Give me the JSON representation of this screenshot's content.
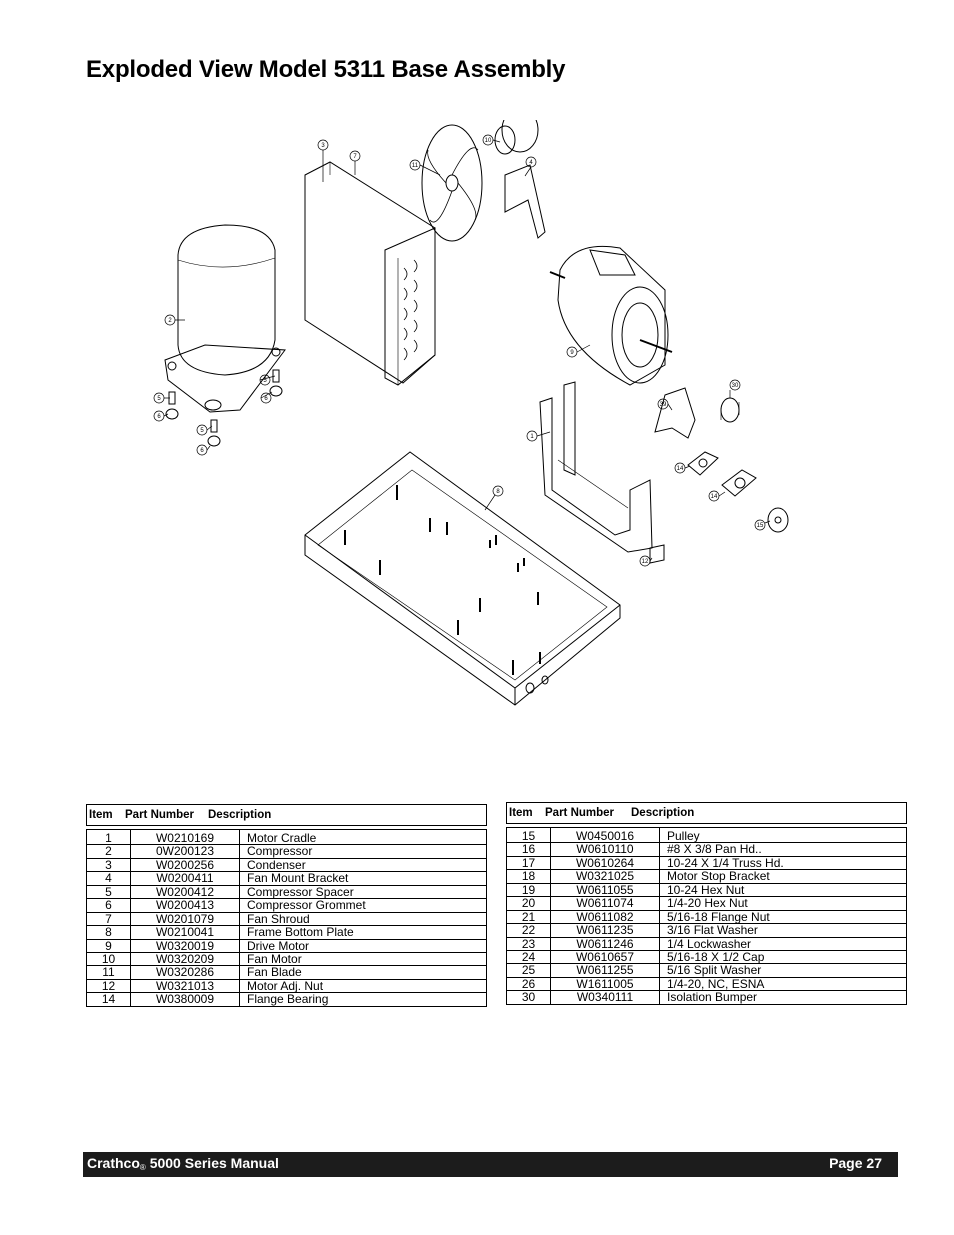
{
  "title": "Exploded View Model 5311 Base Assembly",
  "diagram_callouts": [
    "1",
    "2",
    "3",
    "4",
    "5",
    "5",
    "6",
    "6",
    "7",
    "8",
    "9",
    "10",
    "11",
    "12",
    "14",
    "14",
    "15",
    "30",
    "39"
  ],
  "table_left": {
    "headers": [
      "Item",
      "Part Number",
      "Description"
    ],
    "rows": [
      {
        "item": "1",
        "part": "W0210169",
        "desc": "Motor Cradle"
      },
      {
        "item": "2",
        "part": "0W200123",
        "desc": "Compressor"
      },
      {
        "item": "3",
        "part": "W0200256",
        "desc": "Condenser"
      },
      {
        "item": "4",
        "part": "W0200411",
        "desc": "Fan Mount Bracket"
      },
      {
        "item": "5",
        "part": "W0200412",
        "desc": "Compressor Spacer"
      },
      {
        "item": "6",
        "part": "W0200413",
        "desc": "Compressor Grommet"
      },
      {
        "item": "7",
        "part": "W0201079",
        "desc": "Fan Shroud"
      },
      {
        "item": "8",
        "part": "W0210041",
        "desc": "Frame Bottom Plate"
      },
      {
        "item": "9",
        "part": "W0320019",
        "desc": "Drive Motor"
      },
      {
        "item": "10",
        "part": "W0320209",
        "desc": "Fan Motor"
      },
      {
        "item": "11",
        "part": "W0320286",
        "desc": "Fan Blade"
      },
      {
        "item": "12",
        "part": "W0321013",
        "desc": "Motor Adj. Nut"
      },
      {
        "item": "14",
        "part": "W0380009",
        "desc": "Flange Bearing"
      }
    ]
  },
  "table_right": {
    "headers": [
      "Item",
      "Part Number",
      "Description"
    ],
    "rows": [
      {
        "item": "15",
        "part": "W0450016",
        "desc": "Pulley"
      },
      {
        "item": "16",
        "part": "W0610110",
        "desc": "#8 X 3/8 Pan Hd.."
      },
      {
        "item": "17",
        "part": "W0610264",
        "desc": "10-24 X 1/4 Truss Hd."
      },
      {
        "item": "18",
        "part": "W0321025",
        "desc": "Motor Stop Bracket"
      },
      {
        "item": "19",
        "part": "W0611055",
        "desc": "10-24 Hex Nut"
      },
      {
        "item": "20",
        "part": "W0611074",
        "desc": "1/4-20 Hex Nut"
      },
      {
        "item": "21",
        "part": "W0611082",
        "desc": "5/16-18 Flange Nut"
      },
      {
        "item": "22",
        "part": "W0611235",
        "desc": "3/16 Flat Washer"
      },
      {
        "item": "23",
        "part": "W0611246",
        "desc": "1/4 Lockwasher"
      },
      {
        "item": "24",
        "part": "W0610657",
        "desc": "5/16-18 X 1/2 Cap"
      },
      {
        "item": "25",
        "part": "W0611255",
        "desc": "5/16 Split Washer"
      },
      {
        "item": "26",
        "part": "W1611005",
        "desc": "1/4-20, NC, ESNA"
      },
      {
        "item": "30",
        "part": "W0340111",
        "desc": "Isolation Bumper"
      }
    ]
  },
  "footer": {
    "brand": "Crathco",
    "reg": "®",
    "manual": "5000 Series Manual",
    "page": "Page 27"
  }
}
